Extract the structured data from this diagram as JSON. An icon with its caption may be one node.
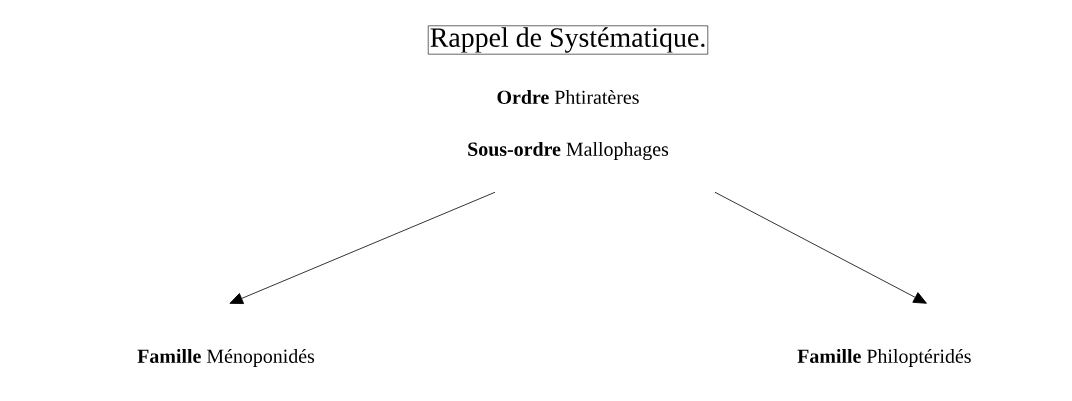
{
  "diagram": {
    "title": "Rappel de Systématique.",
    "nodes": [
      {
        "text": [
          "**Ordre** Phtiratères"
        ]
      },
      {
        "text": [
          "**Sous-ordre** Mallophages"
        ]
      },
      {
        "text": [
          "**Famille** Ménoponidés"
        ]
      },
      {
        "text": [
          "**Famille** Philoptéridés"
        ]
      }
    ],
    "edges": [
      {
        "from": 1,
        "to": 2,
        "arrow": "to"
      },
      {
        "from": 1,
        "to": 3,
        "arrow": "to"
      }
    ]
  }
}
